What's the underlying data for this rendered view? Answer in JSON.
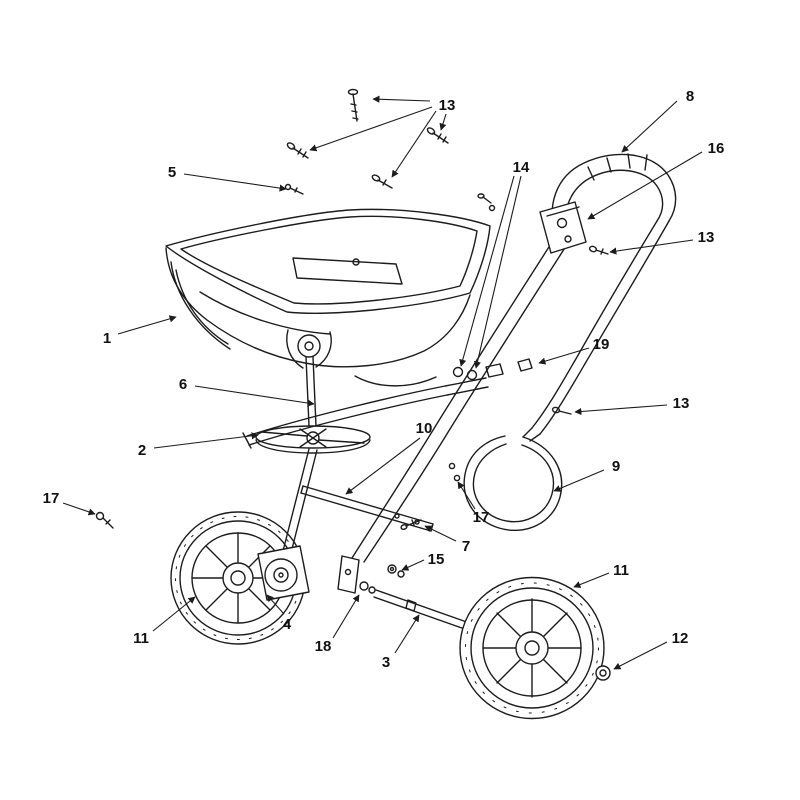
{
  "diagram": {
    "type": "exploded-parts-diagram",
    "colors": {
      "line": "#1c1c1c",
      "label_text": "#111111",
      "background": "#ffffff"
    },
    "callouts": [
      {
        "id": "13-top",
        "label": "13"
      },
      {
        "id": "8",
        "label": "8"
      },
      {
        "id": "16",
        "label": "16"
      },
      {
        "id": "14",
        "label": "14"
      },
      {
        "id": "5",
        "label": "5"
      },
      {
        "id": "13-upper-right",
        "label": "13"
      },
      {
        "id": "1",
        "label": "1"
      },
      {
        "id": "19",
        "label": "19"
      },
      {
        "id": "6",
        "label": "6"
      },
      {
        "id": "13-mid-right",
        "label": "13"
      },
      {
        "id": "2",
        "label": "2"
      },
      {
        "id": "10",
        "label": "10"
      },
      {
        "id": "9",
        "label": "9"
      },
      {
        "id": "17-left",
        "label": "17"
      },
      {
        "id": "17-mid",
        "label": "17"
      },
      {
        "id": "7",
        "label": "7"
      },
      {
        "id": "15",
        "label": "15"
      },
      {
        "id": "11-left",
        "label": "11"
      },
      {
        "id": "4",
        "label": "4"
      },
      {
        "id": "18",
        "label": "18"
      },
      {
        "id": "3",
        "label": "3"
      },
      {
        "id": "11-right",
        "label": "11"
      },
      {
        "id": "12",
        "label": "12"
      }
    ]
  }
}
